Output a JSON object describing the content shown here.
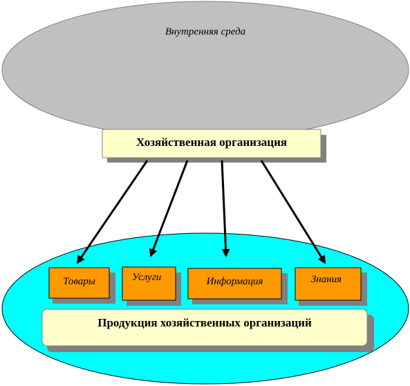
{
  "diagram": {
    "internal_environment_label": "Внутренняя среда",
    "organization_label": "Хозяйственная организация",
    "products_label": "Продукция хозяйственных организаций",
    "product_items": [
      {
        "label": "Товары"
      },
      {
        "label": "Услуги"
      },
      {
        "label": "Информация"
      },
      {
        "label": "Знания"
      }
    ],
    "colors": {
      "top_ellipse": "#c0c0c0",
      "bottom_ellipse": "#00ffff",
      "organization_box": "#ffffcc",
      "products_box": "#ffffcc",
      "item_box": "#ff9900",
      "shadow": "#808080",
      "arrow": "#000000"
    }
  }
}
